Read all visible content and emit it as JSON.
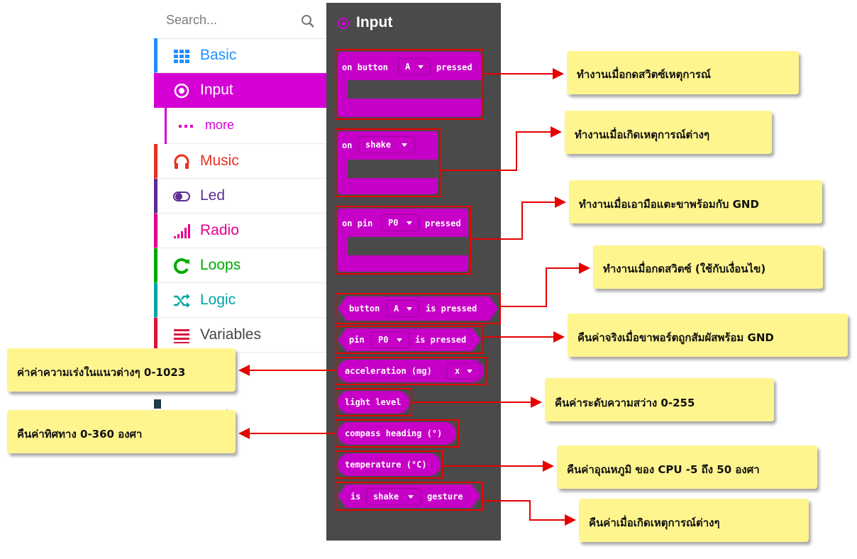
{
  "search": {
    "placeholder": "Search..."
  },
  "categories": [
    {
      "label": "Basic",
      "icon": "grid-icon",
      "color": "#1e90ff"
    },
    {
      "label": "Input",
      "icon": "target-icon",
      "color": "#d400d4"
    },
    {
      "label": "more",
      "icon": "dots-icon",
      "color": "#d400d4"
    },
    {
      "label": "Music",
      "icon": "headphones-icon",
      "color": "#e63022"
    },
    {
      "label": "Led",
      "icon": "toggle-icon",
      "color": "#5c2d91"
    },
    {
      "label": "Radio",
      "icon": "signal-icon",
      "color": "#e3008c"
    },
    {
      "label": "Loops",
      "icon": "loop-icon",
      "color": "#00aa00"
    },
    {
      "label": "Logic",
      "icon": "shuffle-icon",
      "color": "#00a4a6"
    },
    {
      "label": "Variables",
      "icon": "list-icon",
      "color": "#dc143c"
    }
  ],
  "advanced_label": "nced",
  "flyout": {
    "title": "Input",
    "color": "#c600c6",
    "blocks": [
      {
        "before": "on button",
        "dropdown": "A",
        "after": "pressed"
      },
      {
        "before": "on",
        "dropdown": "shake",
        "after": ""
      },
      {
        "before": "on pin",
        "dropdown": "P0",
        "after": "pressed"
      },
      {
        "before": "button",
        "dropdown": "A",
        "after": "is pressed"
      },
      {
        "before": "pin",
        "dropdown": "P0",
        "after": "is pressed"
      },
      {
        "before": "acceleration (mg)",
        "dropdown": "x",
        "after": ""
      },
      {
        "before": "light level",
        "dropdown": "",
        "after": ""
      },
      {
        "before": "compass heading (°)",
        "dropdown": "",
        "after": ""
      },
      {
        "before": "temperature (°C)",
        "dropdown": "",
        "after": ""
      },
      {
        "before": "is",
        "dropdown": "shake",
        "after": "gesture"
      }
    ]
  },
  "callouts": [
    "ทำงานเมื่อกดสวิตซ์เหตุการณ์",
    "ทำงานเมื่อเกิดเหตุการณ์ต่างๆ",
    "ทำงานเมื่อเอามือแตะขาพร้อมกับ GND",
    "ทำงานเมื่อกดสวิตซ์ (ใช้กับเงื่อนไข)",
    "คืนค่าจริงเมื่อขาพอร์ตถูกสัมผัสพร้อม GND",
    "ค่าค่าความเร่งในแนวต่างๆ 0-1023",
    "คืนค่าระดับความสว่าง 0-255",
    "คืนค่าทิศทาง 0-360 องศา",
    "คืนค่าอุณหภูมิ ของ CPU -5 ถึง 50 องศา",
    "คืนค่าเมื่อเกิดเหตุการณ์ต่างๆ"
  ],
  "annotation_color": "#e60000",
  "callout_color": "#fff58f"
}
